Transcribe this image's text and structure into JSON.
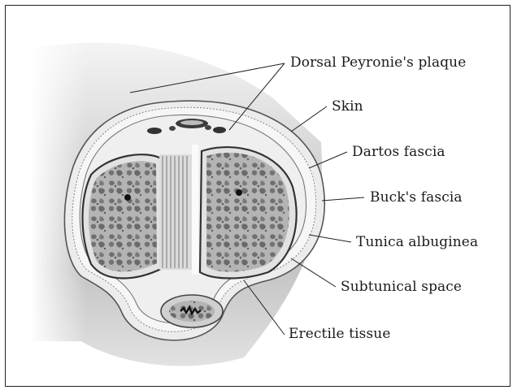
{
  "labels": {
    "dorsal_plaque": "Dorsal Peyronie's plaque",
    "skin": "Skin",
    "dartos": "Dartos fascia",
    "bucks": "Buck's fascia",
    "tunica": "Tunica albuginea",
    "subtunical": "Subtunical space",
    "erectile": "Erectile tissue"
  }
}
